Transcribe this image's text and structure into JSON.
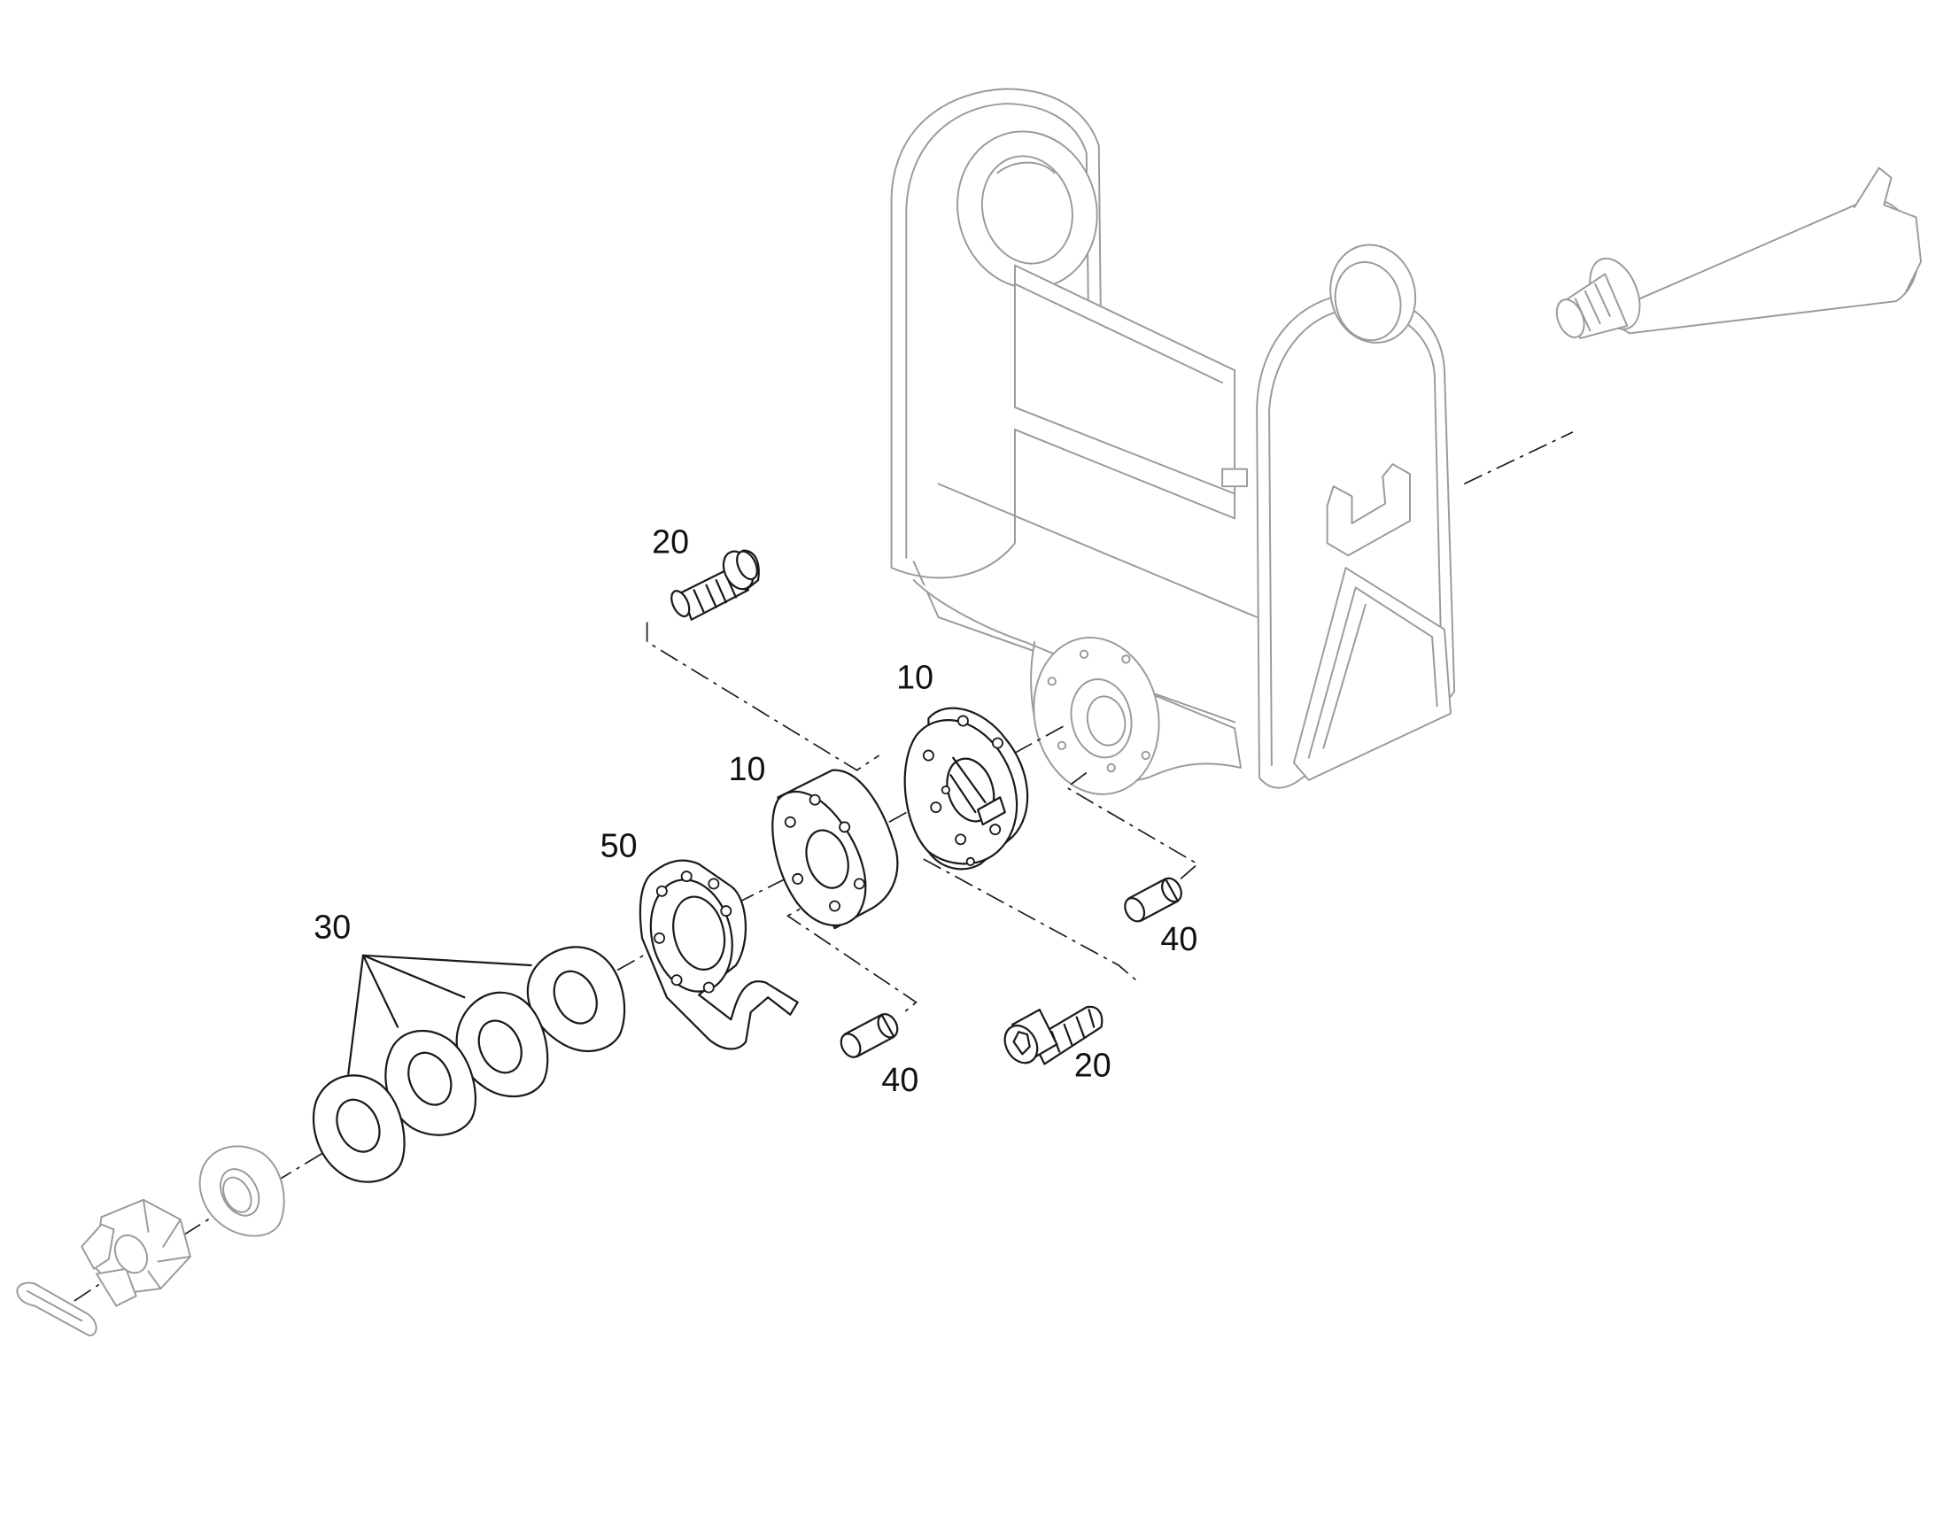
{
  "callouts": {
    "bolt_upper": "20",
    "bolt_lower": "20",
    "bearing_rear": "10",
    "bearing_front": "10",
    "stop_plate": "50",
    "washers": "30",
    "pin_right": "40",
    "pin_left": "40"
  }
}
